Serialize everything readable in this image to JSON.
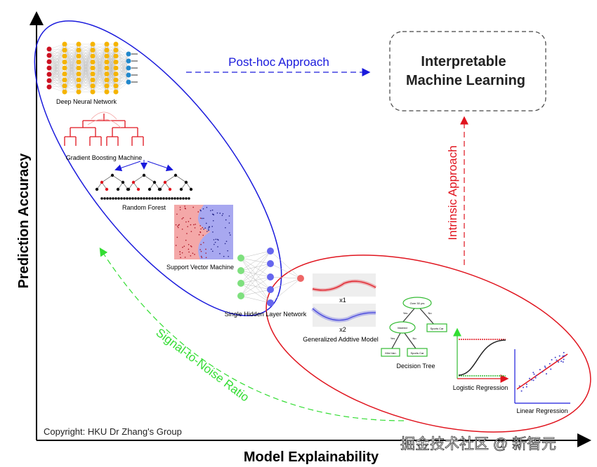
{
  "axes": {
    "y_label": "Prediction Accuracy",
    "x_label": "Model Explainability"
  },
  "box": {
    "line1": "Interpretable",
    "line2": "Machine Learning"
  },
  "arrows": {
    "posthoc": "Post-hoc Approach",
    "intrinsic": "Intrinsic Approach",
    "snr": "Signal-to-Noise Ratio"
  },
  "models": {
    "dnn": "Deep Neural Network",
    "gbm": "Gradient Boosting Machine",
    "rf": "Random Forest",
    "svm": "Support Vector Machine",
    "shln": "Single Hidden Layer Network",
    "gam": "Generalized Addtive Model",
    "gam_x1": "x1",
    "gam_x2": "x2",
    "dt": "Decision Tree",
    "logit": "Logistic Regression",
    "linreg": "Linear Regression"
  },
  "decision_tree": {
    "root": "Over 30 yrs",
    "married": "Married",
    "sports1": "Sports Car",
    "minivan": "Mini Van",
    "sports2": "Sports Car",
    "yes": "Yes",
    "no": "No"
  },
  "copyright": "Copyright: HKU Dr Zhang's Group",
  "watermark": "掘金技术社区 @ 新智元",
  "colors": {
    "blue": "#1a1adc",
    "red": "#e0141e",
    "green": "#33dd33",
    "nn_yellow": "#f5b400"
  }
}
